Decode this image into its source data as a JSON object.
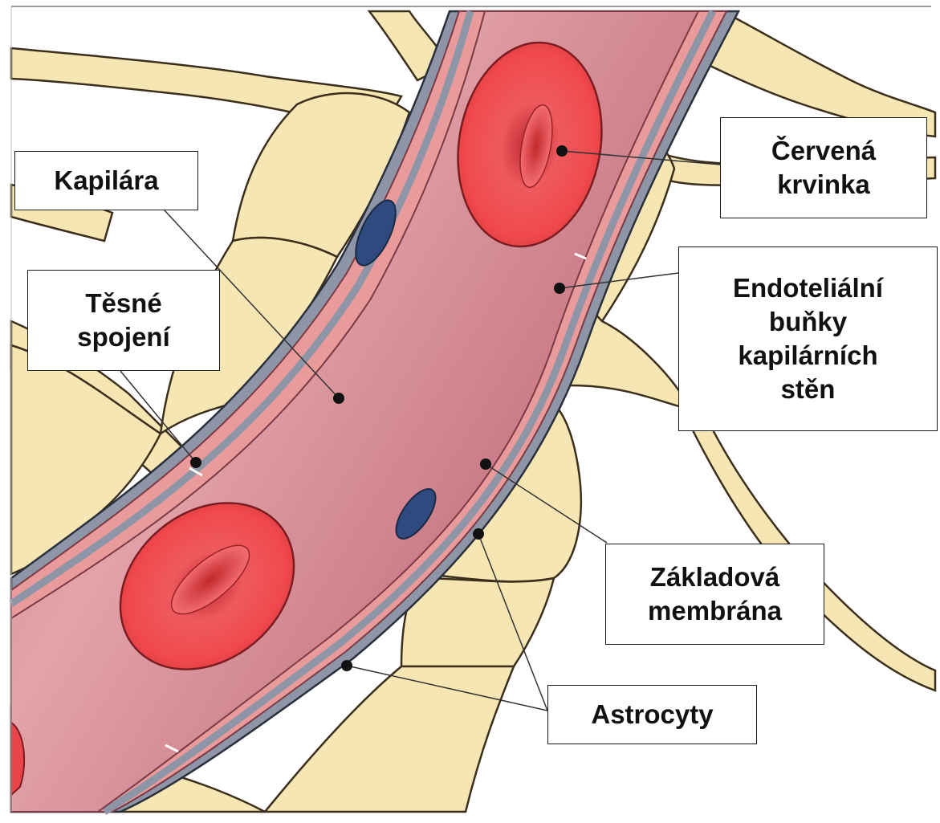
{
  "labels": {
    "kapilara": [
      "Kapilára"
    ],
    "tesne_spojeni": [
      "Těsné",
      "spojení"
    ],
    "cervena_krvinka": [
      "Červená",
      "krvinka"
    ],
    "endotelialni": [
      "Endoteliální",
      "buňky",
      "kapilárních",
      "stěn"
    ],
    "zakladova_membrana": [
      "Základová",
      "membrána"
    ],
    "astrocyty": [
      "Astrocyty"
    ]
  },
  "colors": {
    "astrocyte_fill": "#f6e6b4",
    "astrocyte_stroke": "#3b2f1c",
    "basement_membrane": "#8d95a6",
    "endothelium": "#e99a9a",
    "lumen": "#d98f98",
    "red_blood_cell": "#e8444a",
    "nucleus": "#2e4a7e"
  }
}
